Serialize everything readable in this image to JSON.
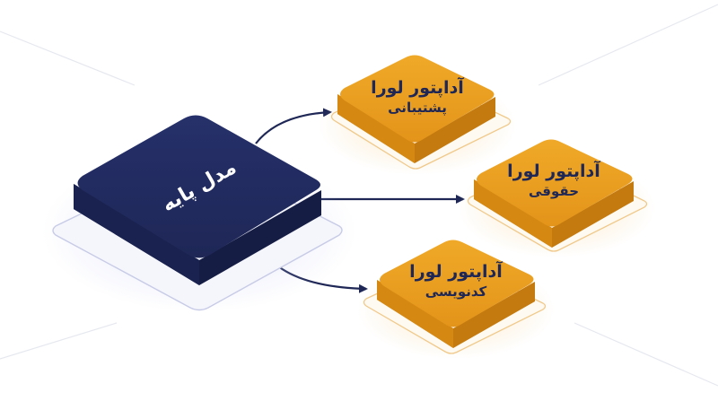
{
  "diagram": {
    "base_model": {
      "label": "مدل پایه",
      "color": "#1e2756"
    },
    "adapters": [
      {
        "title": "آداپتور لورا",
        "subtitle": "پشتیبانی"
      },
      {
        "title": "آداپتور لورا",
        "subtitle": "حقوقی"
      },
      {
        "title": "آداپتور لورا",
        "subtitle": "کدنویسی"
      }
    ],
    "colors": {
      "adapter": "#e69a1a",
      "adapter_side": "#c77d10",
      "arrow": "#1e2756"
    }
  }
}
